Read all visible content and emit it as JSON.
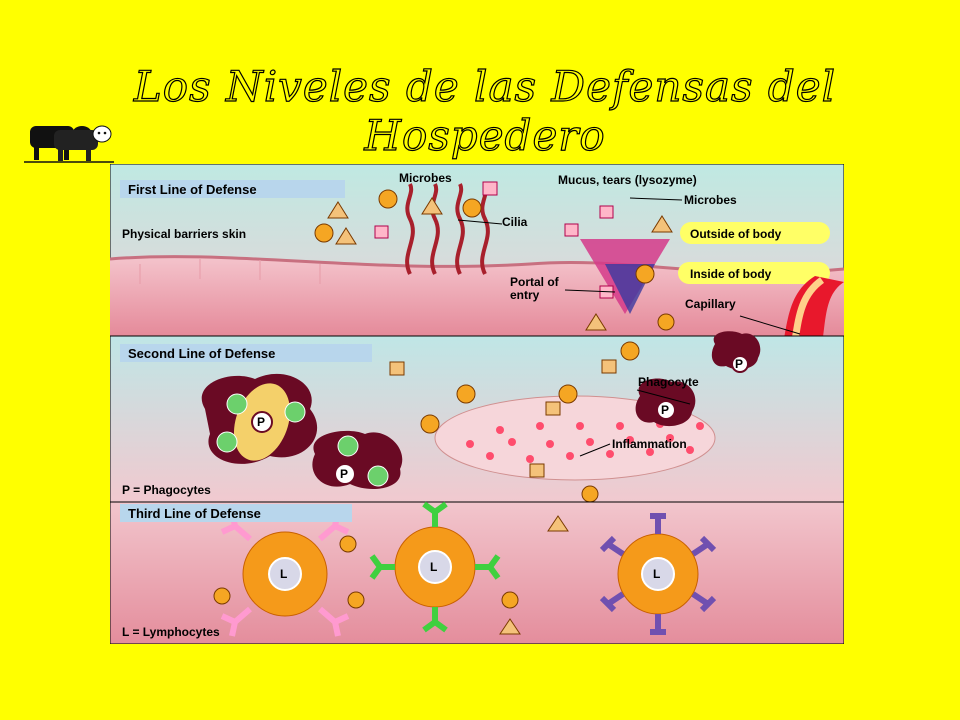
{
  "title": "Los Niveles de las Defensas del Hospedero",
  "diagram": {
    "first_line": {
      "header": "First Line of Defense",
      "physical_barriers": "Physical barriers skin",
      "microbes_top": "Microbes",
      "mucus": "Mucus, tears (lysozyme)",
      "microbes_right": "Microbes",
      "cilia": "Cilia",
      "outside": "Outside of body",
      "inside": "Inside of body",
      "portal_1": "Portal of",
      "portal_2": "entry",
      "capillary": "Capillary"
    },
    "second_line": {
      "header": "Second Line of Defense",
      "phagocyte": "Phagocyte",
      "inflammation": "Inflammation",
      "legend": "P = Phagocytes",
      "p_mark": "P"
    },
    "third_line": {
      "header": "Third Line of Defense",
      "legend": "L = Lymphocytes",
      "l_mark": "L"
    }
  }
}
